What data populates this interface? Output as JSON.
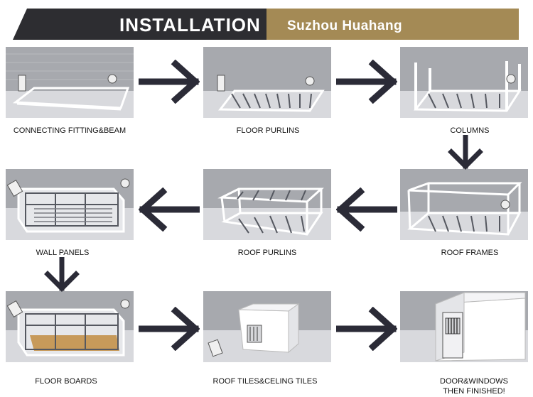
{
  "banner": {
    "title": "INSTALLATION",
    "company": "Suzhou Huahang",
    "colors": {
      "dark": "#2d2d31",
      "gold": "#a48a55"
    }
  },
  "steps": [
    {
      "label": "CONNECTING FITTING&BEAM"
    },
    {
      "label": "FLOOR PURLINS"
    },
    {
      "label": "COLUMNS"
    },
    {
      "label": "ROOF FRAMES"
    },
    {
      "label": "ROOF PURLINS"
    },
    {
      "label": "WALL PANELS"
    },
    {
      "label": "FLOOR BOARDS"
    },
    {
      "label": "ROOF TILES&CELING TILES"
    },
    {
      "label": "DOOR&WINDOWS",
      "label2": "THEN FINISHED!"
    }
  ],
  "arrows": [
    {
      "direction": "right"
    },
    {
      "direction": "right"
    },
    {
      "direction": "down"
    },
    {
      "direction": "left"
    },
    {
      "direction": "left"
    },
    {
      "direction": "down"
    },
    {
      "direction": "right"
    },
    {
      "direction": "right"
    }
  ],
  "colors": {
    "arrow": "#2b2b37",
    "frame": "#f4f4f6",
    "wall": "#c9cacd",
    "floor": "#dcdde1"
  }
}
